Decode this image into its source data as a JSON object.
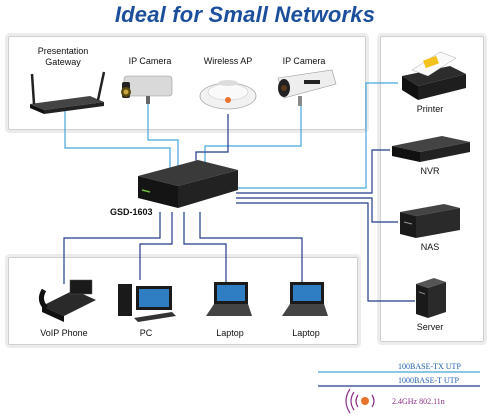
{
  "title": "Ideal for Small Networks",
  "switch_label": "GSD-1603",
  "top_devices": [
    {
      "label": "Presentation\nGateway"
    },
    {
      "label": "IP Camera"
    },
    {
      "label": "Wireless AP"
    },
    {
      "label": "IP Camera"
    }
  ],
  "right_devices": [
    {
      "label": "Printer"
    },
    {
      "label": "NVR"
    },
    {
      "label": "NAS"
    },
    {
      "label": "Server"
    }
  ],
  "bottom_devices": [
    {
      "label": "VoIP Phone"
    },
    {
      "label": "PC"
    },
    {
      "label": "Laptop"
    },
    {
      "label": "Laptop"
    }
  ],
  "legend": {
    "tx": "100BASE-TX UTP",
    "t": "1000BASE-T UTP",
    "wifi": "2.4GHz 802.11n"
  },
  "colors": {
    "title": "#1b4f9c",
    "tx_line": "#45a6dd",
    "t_line": "#233a8c",
    "wifi": "#8a2f86"
  }
}
